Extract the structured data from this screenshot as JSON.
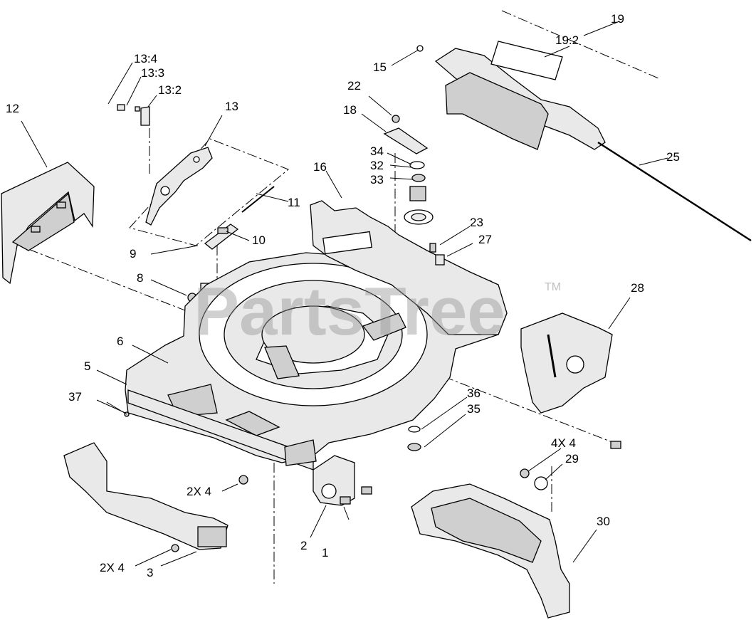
{
  "watermark": {
    "text": "PartsTree",
    "tm": "TM"
  },
  "callouts": {
    "c1": "1",
    "c2": "2",
    "c3": "3",
    "c2x4a": "2X 4",
    "c2x4b": "2X 4",
    "c5": "5",
    "c6": "6",
    "c8": "8",
    "c9": "9",
    "c10": "10",
    "c11": "11",
    "c12": "12",
    "c13": "13",
    "c13_2": "13:2",
    "c13_3": "13:3",
    "c13_4": "13:4",
    "c15": "15",
    "c16": "16",
    "c18": "18",
    "c19": "19",
    "c19_2": "19:2",
    "c22": "22",
    "c23": "23",
    "c25": "25",
    "c27": "27",
    "c28": "28",
    "c29": "29",
    "c30": "30",
    "c32": "32",
    "c33": "33",
    "c34": "34",
    "c35": "35",
    "c36": "36",
    "c37": "37",
    "c4x4": "4X 4"
  }
}
